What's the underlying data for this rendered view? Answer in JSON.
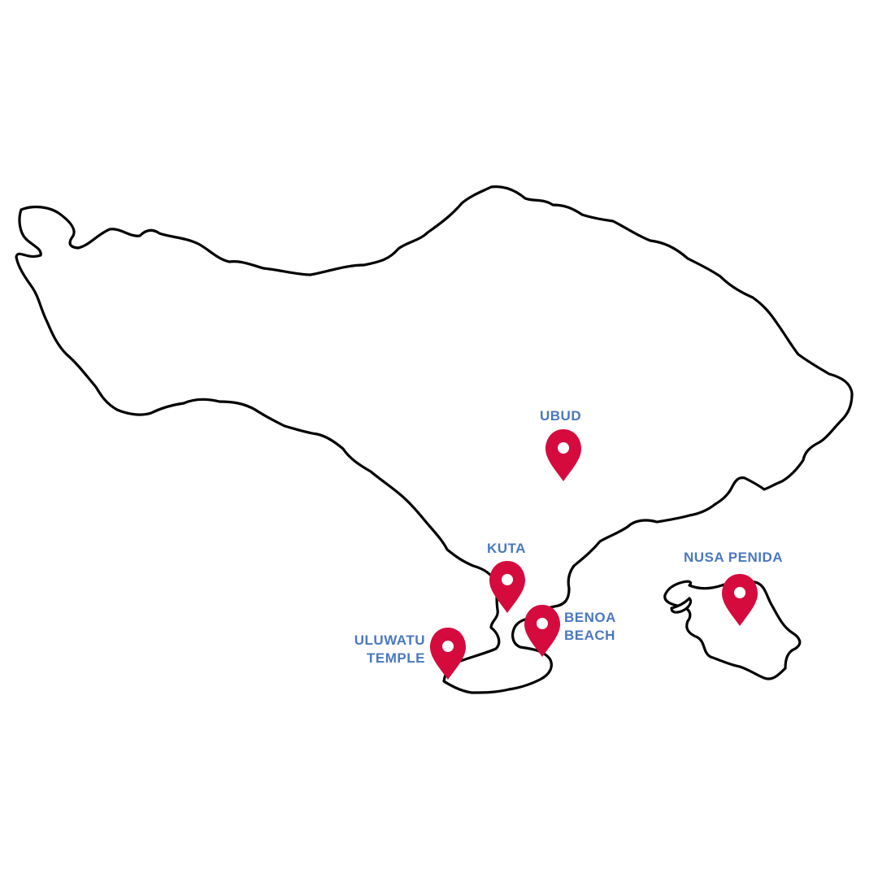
{
  "colors": {
    "label": "#4a78c0",
    "pin": "#d50b3e",
    "outline": "#000000",
    "background": "#ffffff"
  },
  "locations": {
    "ubud": {
      "name": "UBUD",
      "icon": "map-pin-icon"
    },
    "kuta": {
      "name": "KUTA",
      "icon": "map-pin-icon"
    },
    "benoa": {
      "line1": "BENOA",
      "line2": "BEACH",
      "icon": "map-pin-icon"
    },
    "uluwatu": {
      "line1": "ULUWATU",
      "line2": "TEMPLE",
      "icon": "map-pin-icon"
    },
    "nusa_penida": {
      "name": "NUSA PENIDA",
      "icon": "map-pin-icon"
    }
  }
}
